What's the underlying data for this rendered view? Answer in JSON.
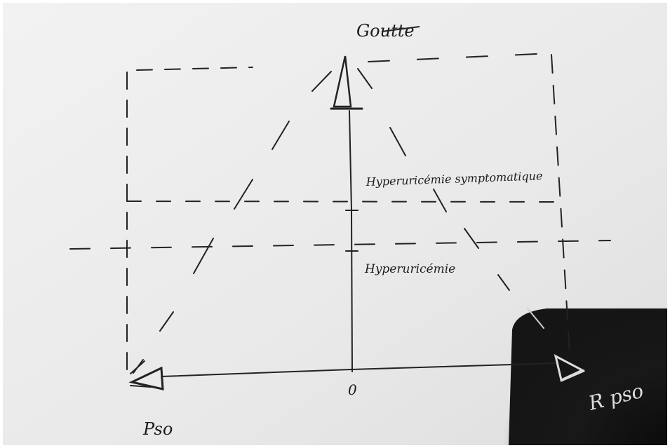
{
  "diagram": {
    "top_label": "Goutte",
    "label_upper": "Hyperuricémie symptomatique",
    "label_lower": "Hyperuricémie",
    "origin_label": "0",
    "left_label": "Pso",
    "right_label": "R pso"
  },
  "colors": {
    "paper": "#ececec",
    "ink": "#1f1f1f",
    "shadow": "#0c0c0c"
  }
}
